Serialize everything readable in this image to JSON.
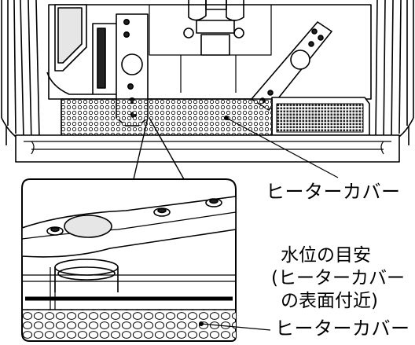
{
  "labels": {
    "heater_cover_top": "ヒーターカバー",
    "water_level_line1": "水位の目安",
    "water_level_line2": "(ヒーターカバー",
    "water_level_line3": "の表面付近)",
    "heater_cover_bottom": "ヒーターカバー"
  },
  "colors": {
    "line": "#000000",
    "background": "#ffffff",
    "shade": "#e6e6e6",
    "dark": "#222222"
  }
}
